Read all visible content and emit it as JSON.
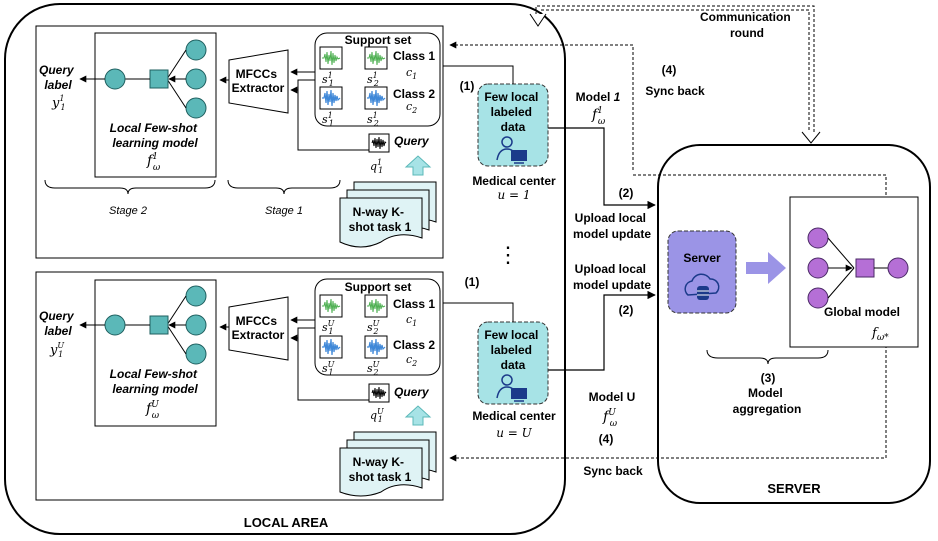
{
  "labels": {
    "communication_round": [
      "Communication",
      "round"
    ],
    "sync_back": "Sync back",
    "step_4": "(4)",
    "step_1": "(1)",
    "step_2": "(2)",
    "step_3": "(3)",
    "model_1_word": "Model ",
    "model_1_index": "1",
    "model_u": "Model U",
    "upload_local": "Upload local",
    "model_update": "model update",
    "model_aggregation": [
      "Model",
      "aggregation"
    ],
    "local_area": "LOCAL AREA",
    "server_area": "SERVER",
    "server_node": "Server",
    "global_model": "Global model",
    "few_local_data": [
      "Few local",
      "labeled",
      "data"
    ],
    "medical_center": "Medical center",
    "u_eq_1": "u = 1",
    "u_eq_U": "u = U",
    "support_set": "Support set",
    "class_1": "Class 1",
    "class_2": "Class 2",
    "c1": "c",
    "c1_sub": "1",
    "c2": "c",
    "c2_sub": "2",
    "query": "Query",
    "query_label": [
      "Query",
      "label"
    ],
    "mfccs": [
      "MFCCs",
      "Extractor"
    ],
    "local_fsl": [
      "Local Few-shot",
      "learning model"
    ],
    "stage_1": "Stage 1",
    "stage_2": "Stage 2",
    "task_1": [
      "N-way K-",
      "shot task 1"
    ],
    "dots": "⋮"
  },
  "math": {
    "f_omega": "f",
    "omega": "ω",
    "sup_1": "1",
    "sup_U": "U",
    "y": "y",
    "s": "s",
    "q": "q",
    "sub_1": "1",
    "sub_2": "2",
    "f_omega_star": "ω*"
  },
  "colors": {
    "node_fill": "#5bb8b8",
    "node_stroke": "#1f5f5f",
    "center_fill": "#a7e3e6",
    "server_fill": "#9b94e6",
    "global_node": "#b56fd6",
    "arrow_light": "#9b94e6",
    "up_arrow": "#a7e3e6",
    "wave_green": "#4caf50",
    "wave_blue": "#3f88d8"
  },
  "icons": [
    "person-computer-icon",
    "cloud-database-icon",
    "audio-wave-icon",
    "up-arrow-icon"
  ]
}
